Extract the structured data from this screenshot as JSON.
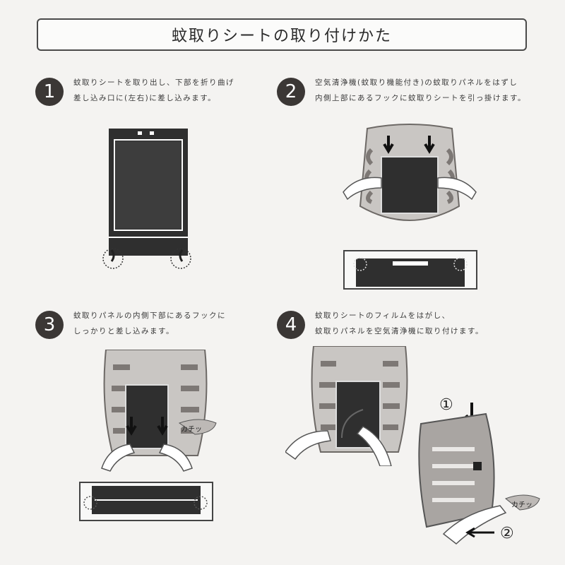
{
  "title": "蚊取りシートの取り付けかた",
  "steps": [
    {
      "num": "1",
      "lines": [
        "蚊取りシートを取り出し、下部を折り曲げ",
        "差し込み口に(左右)に差し込みます。"
      ]
    },
    {
      "num": "2",
      "lines": [
        "空気清浄機(蚊取り機能付き)の蚊取りパネルをはずし",
        "内側上部にあるフックに蚊取りシートを引っ掛けます。"
      ]
    },
    {
      "num": "3",
      "lines": [
        "蚊取りパネルの内側下部にあるフックに",
        "しっかりと差し込みます。"
      ]
    },
    {
      "num": "4",
      "lines": [
        "蚊取りシートのフィルムをはがし、",
        "蚊取りパネルを空気清浄機に取り付けます。"
      ]
    }
  ],
  "callouts": {
    "click3": "カチッ",
    "click4": "カチッ",
    "marker1": "①",
    "marker2": "②"
  },
  "colors": {
    "background": "#f4f3f1",
    "dark": "#3b3735",
    "sheet": "#2f2f2f",
    "panel": "#8a8583"
  }
}
